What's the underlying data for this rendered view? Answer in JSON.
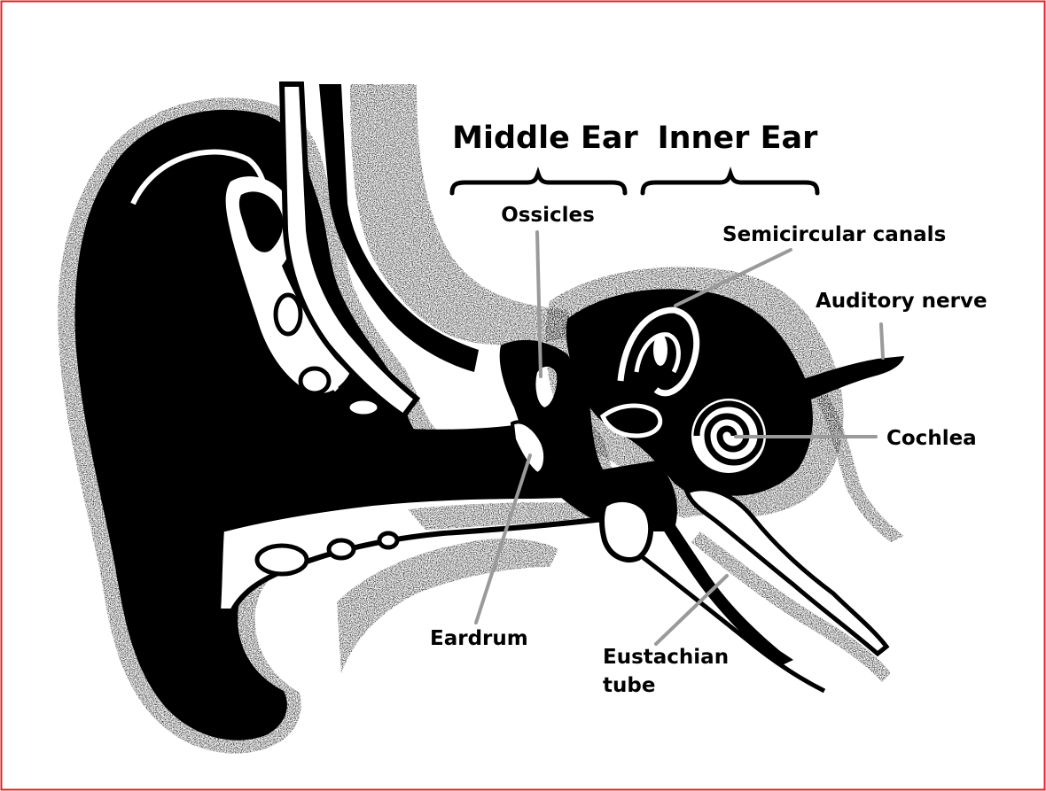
{
  "sections": {
    "middle_ear": "Middle Ear",
    "inner_ear": "Inner Ear"
  },
  "labels": {
    "ossicles": "Ossicles",
    "semicircular_canals": "Semicircular canals",
    "auditory_nerve": "Auditory nerve",
    "cochlea": "Cochlea",
    "eardrum": "Eardrum",
    "eustachian_tube_line1": "Eustachian",
    "eustachian_tube_line2": "tube"
  },
  "colors": {
    "frame_border": "#e0202a",
    "leader_lines": "#9a9a9a",
    "ink": "#000000",
    "background": "#ffffff"
  }
}
